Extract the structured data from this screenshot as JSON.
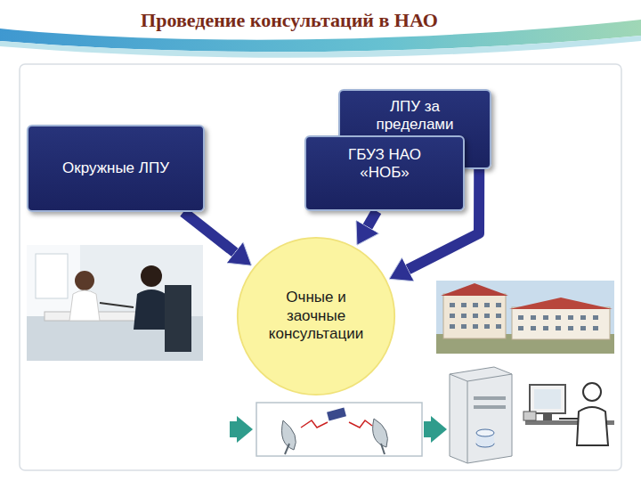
{
  "diagram": {
    "title": "Проведение консультаций в НАО",
    "nodes": [
      {
        "text": [
          "Окружные ЛПУ"
        ]
      },
      {
        "text": [
          "ЛПУ за пределами"
        ]
      },
      {
        "text": [
          "ГБУЗ НАО «НОБ»"
        ]
      },
      {
        "text": [
          "Очные и заочные консультации"
        ]
      }
    ],
    "edges": [
      {
        "from": 0,
        "to": 3,
        "arrow": "to"
      },
      {
        "from": 1,
        "to": 3,
        "arrow": "to"
      },
      {
        "from": 2,
        "to": 3,
        "arrow": "to"
      }
    ]
  }
}
